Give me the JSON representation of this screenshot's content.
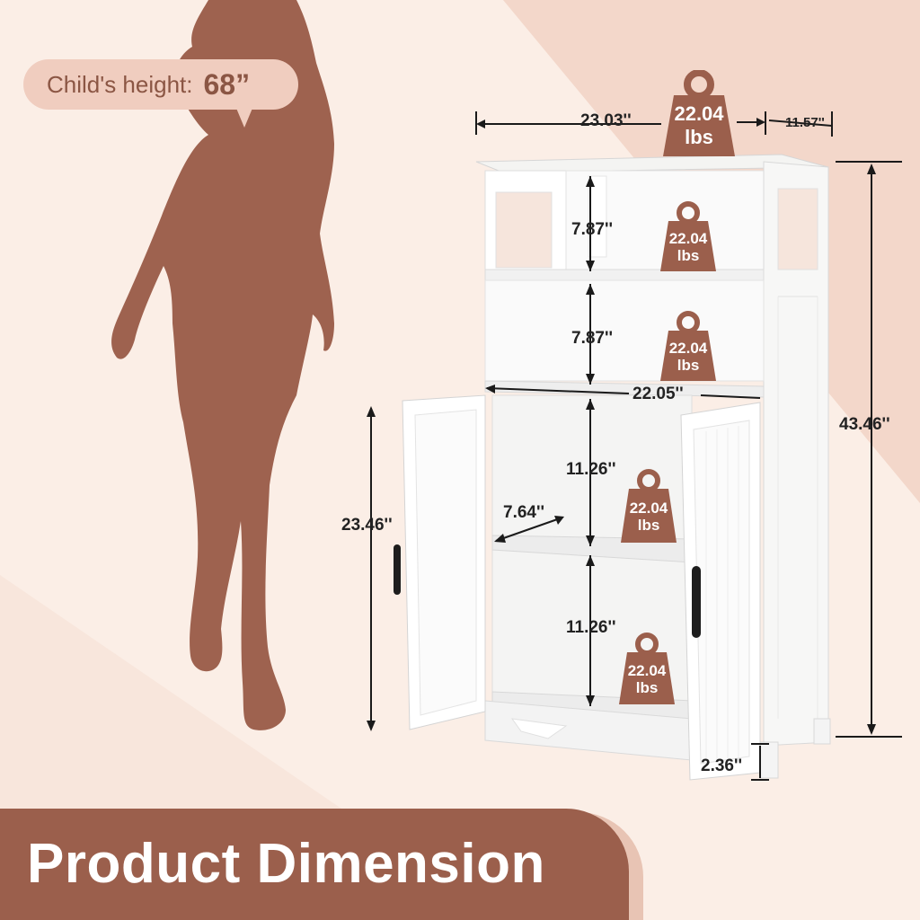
{
  "callout": {
    "label": "Child's height:",
    "value": "68”"
  },
  "dimensions": {
    "top_width": "23.03''",
    "top_depth": "11.57''",
    "total_height": "43.46''",
    "open_shelf_upper": "7.87''",
    "open_shelf_lower": "7.87''",
    "inner_width": "22.05''",
    "cabinet_height": "23.46''",
    "cabinet_upper": "11.26''",
    "cabinet_lower": "11.26''",
    "shelf_depth": "7.64''",
    "leg_height": "2.36''"
  },
  "weights": {
    "top": {
      "value": "22.04",
      "unit": "lbs"
    },
    "shelf1": {
      "value": "22.04",
      "unit": "lbs"
    },
    "shelf2": {
      "value": "22.04",
      "unit": "lbs"
    },
    "shelf3": {
      "value": "22.04",
      "unit": "lbs"
    },
    "shelf4": {
      "value": "22.04",
      "unit": "lbs"
    }
  },
  "banner": {
    "title": "Product Dimension"
  },
  "colors": {
    "accent": "#9b5f4c",
    "background": "#fbeee6",
    "bubble": "#f0cdbf",
    "silhouette": "#9e624f"
  }
}
